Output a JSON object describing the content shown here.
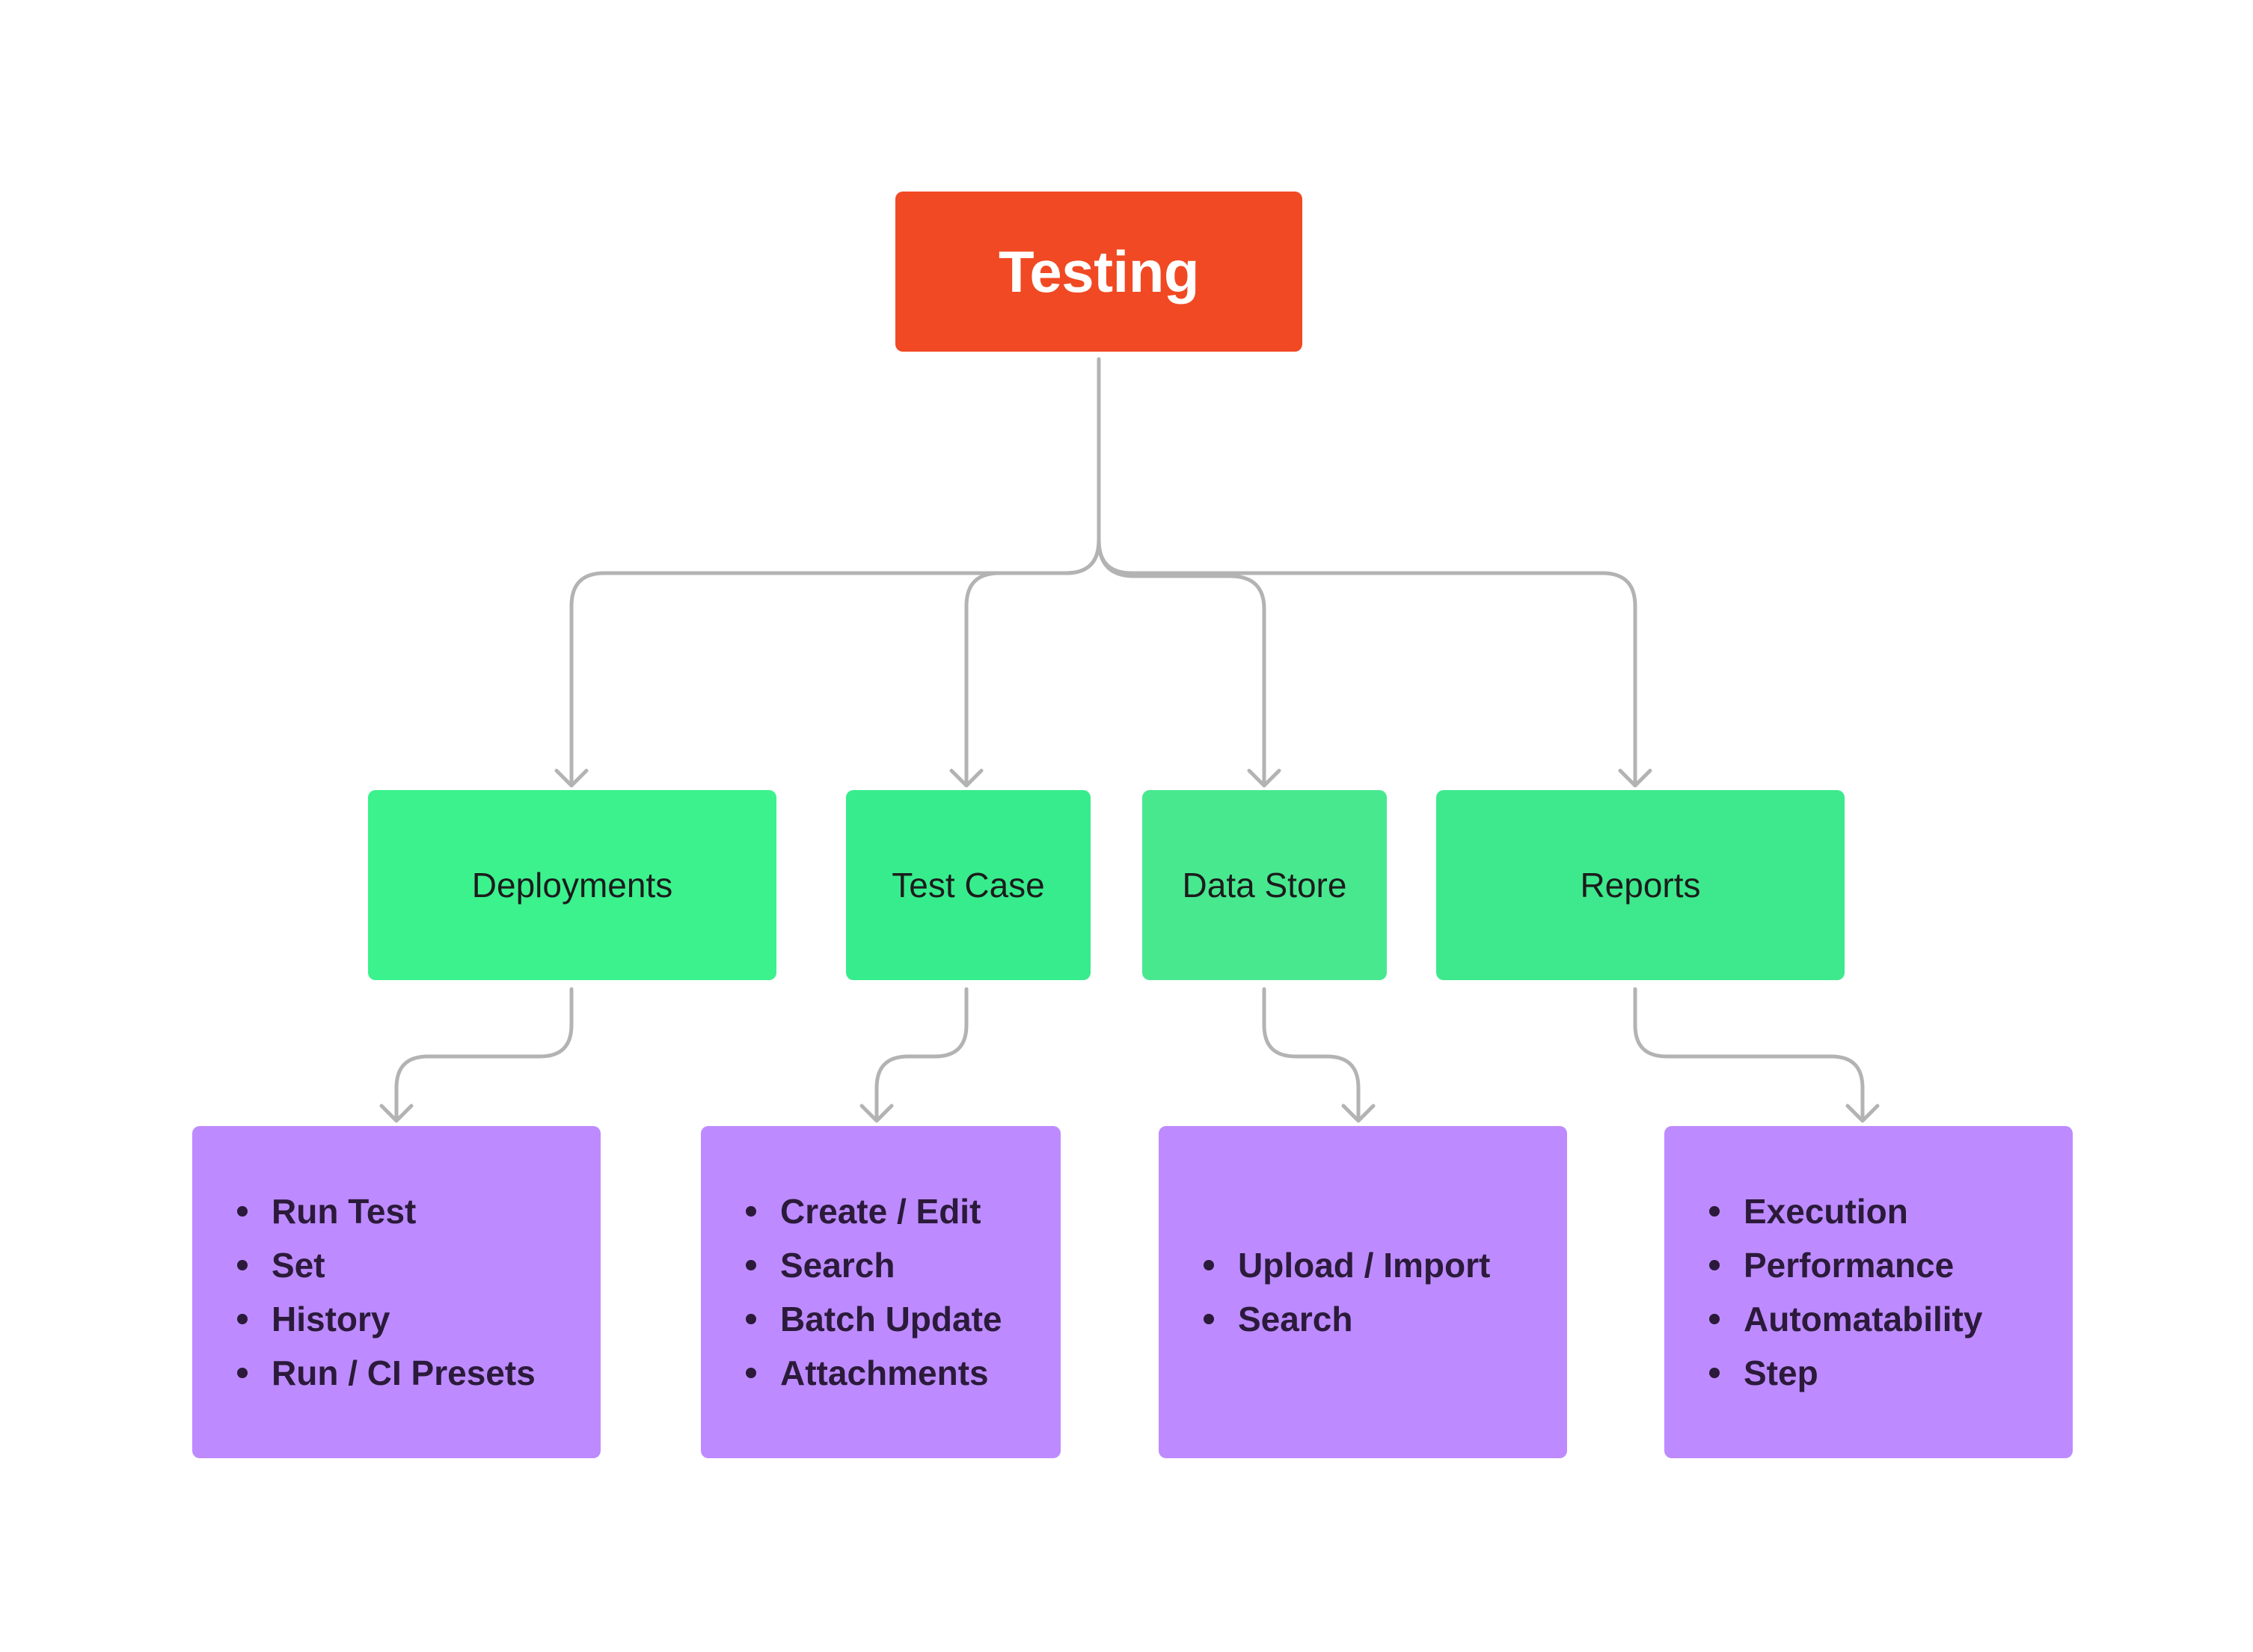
{
  "colors": {
    "root_fill": "#f04923",
    "category_fills": [
      "#3bf28d",
      "#37ec8c",
      "#48e88f",
      "#3de98c"
    ],
    "leaf_fill": "#bd8bff",
    "connector": "#b3b3b3",
    "category_text": "#1c1c1c",
    "leaf_text": "#2b1a3a"
  },
  "root": {
    "label": "Testing"
  },
  "categories": [
    {
      "label": "Deployments",
      "items": [
        "Run Test",
        "Set",
        "History",
        "Run / CI Presets"
      ]
    },
    {
      "label": "Test Case",
      "items": [
        "Create / Edit",
        "Search",
        "Batch Update",
        "Attachments"
      ]
    },
    {
      "label": "Data Store",
      "items": [
        "Upload / Import",
        "Search"
      ]
    },
    {
      "label": "Reports",
      "items": [
        "Execution",
        "Performance",
        "Automatability",
        "Step"
      ]
    }
  ]
}
